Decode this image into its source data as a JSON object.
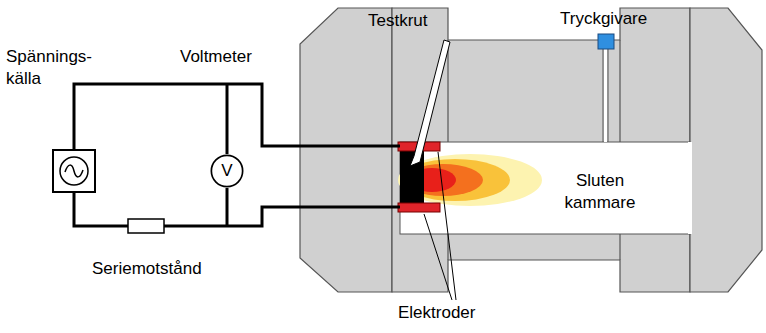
{
  "diagram": {
    "nodes": [
      {
        "text": [
          "V"
        ]
      }
    ],
    "labels": [
      "Testkrut",
      "Tryckgivare",
      "Spännings- källa",
      "Voltmeter",
      "Sluten kammare",
      "Seriemotstånd",
      "Elektroder"
    ]
  }
}
